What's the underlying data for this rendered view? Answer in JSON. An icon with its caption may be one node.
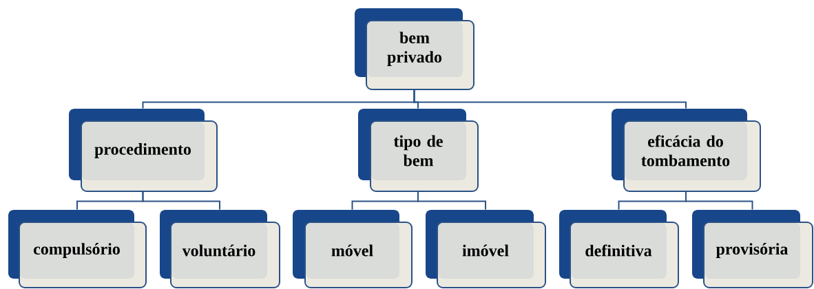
{
  "diagram": {
    "nodes": [
      {
        "text": [
          "bem privado"
        ]
      },
      {
        "text": [
          "procedimento"
        ]
      },
      {
        "text": [
          "tipo de bem"
        ]
      },
      {
        "text": [
          "eficácia do tombamento"
        ]
      },
      {
        "text": [
          "compulsório"
        ]
      },
      {
        "text": [
          "voluntário"
        ]
      },
      {
        "text": [
          "móvel"
        ]
      },
      {
        "text": [
          "imóvel"
        ]
      },
      {
        "text": [
          "definitiva"
        ]
      },
      {
        "text": [
          "provisória"
        ]
      }
    ],
    "edges": [
      {
        "from": 0,
        "to": 1,
        "arrow": "none"
      },
      {
        "from": 0,
        "to": 2,
        "arrow": "none"
      },
      {
        "from": 0,
        "to": 3,
        "arrow": "none"
      },
      {
        "from": 1,
        "to": 4,
        "arrow": "none"
      },
      {
        "from": 1,
        "to": 5,
        "arrow": "none"
      },
      {
        "from": 2,
        "to": 6,
        "arrow": "none"
      },
      {
        "from": 2,
        "to": 7,
        "arrow": "none"
      },
      {
        "from": 3,
        "to": 8,
        "arrow": "none"
      },
      {
        "from": 3,
        "to": 9,
        "arrow": "none"
      }
    ]
  }
}
